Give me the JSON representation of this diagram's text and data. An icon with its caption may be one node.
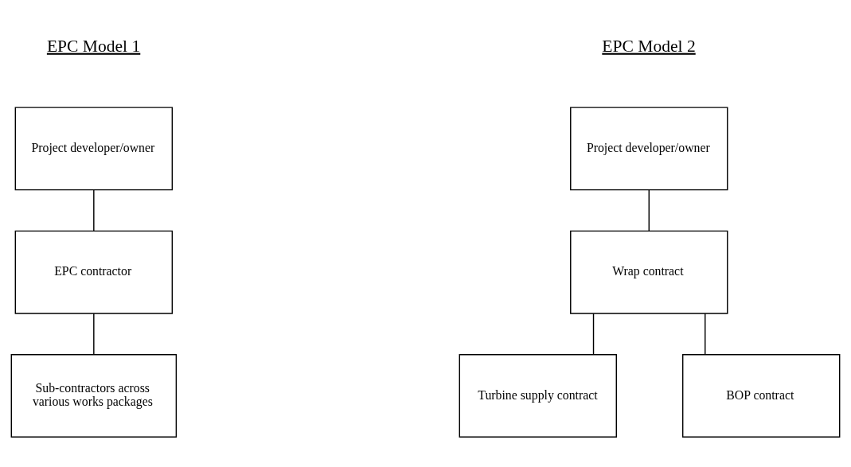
{
  "diagram": {
    "nodes": [
      {
        "text": [
          "Project developer/owner"
        ]
      },
      {
        "text": [
          "EPC contractor"
        ]
      },
      {
        "text": [
          "Sub-contractors across various works packages"
        ]
      },
      {
        "text": [
          "Project developer/owner"
        ]
      },
      {
        "text": [
          "Wrap contract"
        ]
      },
      {
        "text": [
          "Turbine supply contract"
        ]
      },
      {
        "text": [
          "BOP contract"
        ]
      }
    ],
    "edges": [
      {
        "from": 0,
        "to": 1,
        "arrow": "none"
      },
      {
        "from": 1,
        "to": 2,
        "arrow": "none"
      },
      {
        "from": 3,
        "to": 4,
        "arrow": "none"
      },
      {
        "from": 4,
        "to": 5,
        "arrow": "none"
      },
      {
        "from": 4,
        "to": 6,
        "arrow": "none"
      }
    ],
    "labels": [
      "EPC Model 1",
      "EPC Model 2"
    ]
  }
}
